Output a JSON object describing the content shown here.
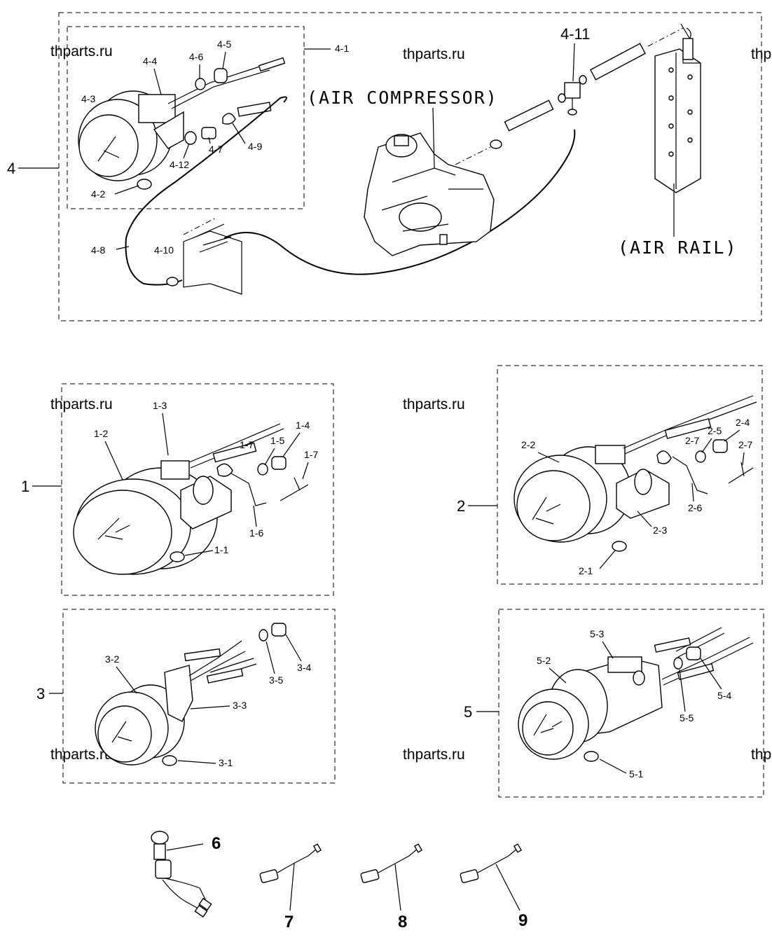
{
  "watermark": "thparts.ru",
  "names": {
    "air_compressor": "(AIR COMPRESSOR)",
    "air_rail": "(AIR RAIL)"
  },
  "groups": {
    "g1": "1",
    "g2": "2",
    "g3": "3",
    "g4": "4",
    "g5": "5"
  },
  "items": {
    "i6": "6",
    "i7": "7",
    "i8": "8",
    "i9": "9"
  },
  "labels": {
    "g4": {
      "p1": "4-1",
      "p2": "4-2",
      "p3": "4-3",
      "p4": "4-4",
      "p5": "4-5",
      "p6": "4-6",
      "p7": "4-7",
      "p8": "4-8",
      "p9": "4-9",
      "p10": "4-10",
      "p11": "4-11",
      "p12": "4-12"
    },
    "g1": {
      "p1": "1-1",
      "p2": "1-2",
      "p3": "1-3",
      "p4": "1-4",
      "p5": "1-5",
      "p6": "1-6",
      "p7a": "1-7",
      "p7b": "1-7"
    },
    "g2": {
      "p1": "2-1",
      "p2": "2-2",
      "p3": "2-3",
      "p4": "2-4",
      "p5": "2-5",
      "p6": "2-6",
      "p7a": "2-7",
      "p7b": "2-7"
    },
    "g3": {
      "p1": "3-1",
      "p2": "3-2",
      "p3": "3-3",
      "p4": "3-4",
      "p5": "3-5"
    },
    "g5": {
      "p1": "5-1",
      "p2": "5-2",
      "p3": "5-3",
      "p4": "5-4",
      "p5": "5-5"
    }
  }
}
